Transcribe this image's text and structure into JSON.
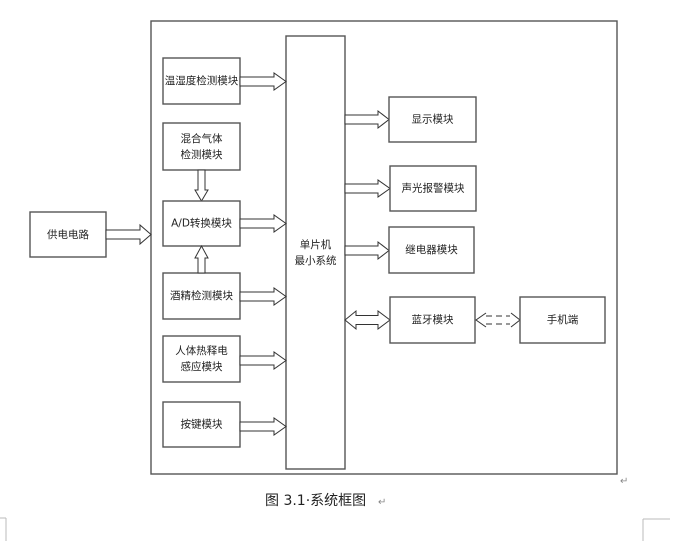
{
  "diagram": {
    "power": {
      "label": "供电电路"
    },
    "mcu": {
      "lines": [
        "单片机",
        "最小系统"
      ]
    },
    "inputs": [
      {
        "id": "temp-humidity",
        "lines": [
          "温湿度检测模块"
        ]
      },
      {
        "id": "mixed-gas",
        "lines": [
          "混合气体",
          "检测模块"
        ]
      },
      {
        "id": "ad-converter",
        "lines": [
          "A/D转换模块"
        ]
      },
      {
        "id": "alcohol",
        "lines": [
          "酒精检测模块"
        ]
      },
      {
        "id": "pir",
        "lines": [
          "人体热释电",
          "感应模块"
        ]
      },
      {
        "id": "keys",
        "lines": [
          "按键模块"
        ]
      }
    ],
    "outputs": [
      {
        "id": "display",
        "lines": [
          "显示模块"
        ]
      },
      {
        "id": "alarm",
        "lines": [
          "声光报警模块"
        ]
      },
      {
        "id": "relay",
        "lines": [
          "继电器模块"
        ]
      },
      {
        "id": "bluetooth",
        "lines": [
          "蓝牙模块"
        ]
      }
    ],
    "phone": {
      "label": "手机端"
    }
  },
  "caption": {
    "text": "图 3.1·系统框图",
    "return_mark": "↵"
  },
  "page_marks": {
    "return_mark": "↵"
  }
}
